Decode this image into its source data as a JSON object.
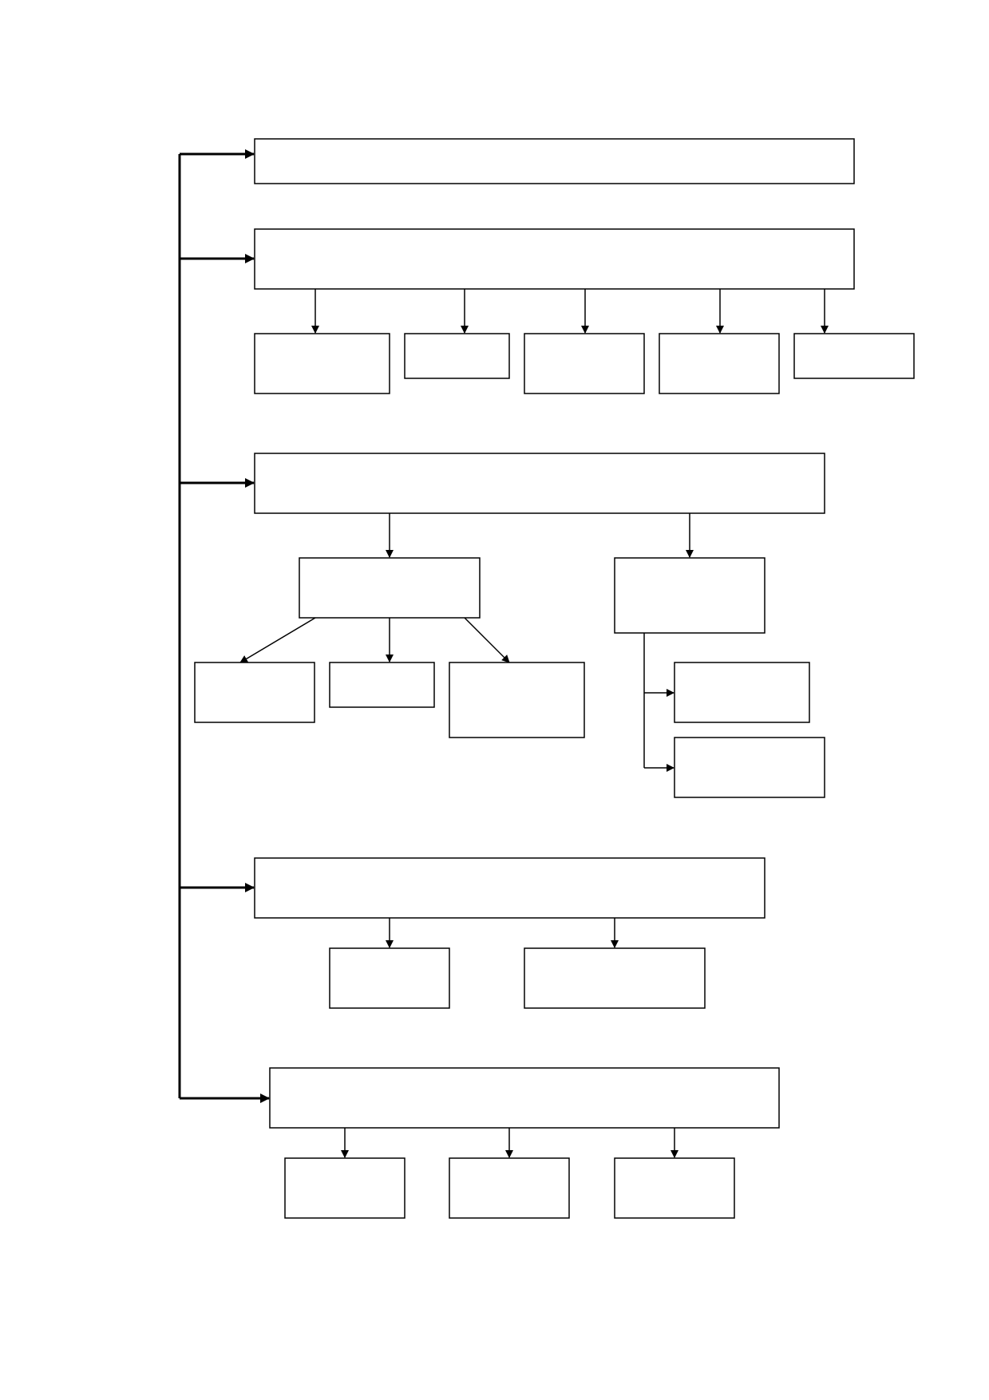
{
  "diagram": {
    "stroke_color": "#000000",
    "background_color": "#ffffff",
    "nodes": [
      {
        "id": "n1",
        "label": ""
      },
      {
        "id": "n2",
        "label": ""
      },
      {
        "id": "n2a",
        "label": ""
      },
      {
        "id": "n2b",
        "label": ""
      },
      {
        "id": "n2c",
        "label": ""
      },
      {
        "id": "n2d",
        "label": ""
      },
      {
        "id": "n2e",
        "label": ""
      },
      {
        "id": "n3",
        "label": ""
      },
      {
        "id": "n3a",
        "label": ""
      },
      {
        "id": "n3b",
        "label": ""
      },
      {
        "id": "n3a1",
        "label": ""
      },
      {
        "id": "n3a2",
        "label": ""
      },
      {
        "id": "n3a3",
        "label": ""
      },
      {
        "id": "n3b1",
        "label": ""
      },
      {
        "id": "n3b2",
        "label": ""
      },
      {
        "id": "n4",
        "label": ""
      },
      {
        "id": "n4a",
        "label": ""
      },
      {
        "id": "n4b",
        "label": ""
      },
      {
        "id": "n5",
        "label": ""
      },
      {
        "id": "n5a",
        "label": ""
      },
      {
        "id": "n5b",
        "label": ""
      },
      {
        "id": "n5c",
        "label": ""
      }
    ],
    "edges": [
      {
        "from": "spine",
        "to": "n1"
      },
      {
        "from": "spine",
        "to": "n2"
      },
      {
        "from": "spine",
        "to": "n3"
      },
      {
        "from": "spine",
        "to": "n4"
      },
      {
        "from": "spine",
        "to": "n5"
      },
      {
        "from": "n2",
        "to": "n2a"
      },
      {
        "from": "n2",
        "to": "n2b"
      },
      {
        "from": "n2",
        "to": "n2c"
      },
      {
        "from": "n2",
        "to": "n2d"
      },
      {
        "from": "n2",
        "to": "n2e"
      },
      {
        "from": "n3",
        "to": "n3a"
      },
      {
        "from": "n3",
        "to": "n3b"
      },
      {
        "from": "n3a",
        "to": "n3a1"
      },
      {
        "from": "n3a",
        "to": "n3a2"
      },
      {
        "from": "n3a",
        "to": "n3a3"
      },
      {
        "from": "n3b",
        "to": "n3b1"
      },
      {
        "from": "n3b",
        "to": "n3b2"
      },
      {
        "from": "n4",
        "to": "n4a"
      },
      {
        "from": "n4",
        "to": "n4b"
      },
      {
        "from": "n5",
        "to": "n5a"
      },
      {
        "from": "n5",
        "to": "n5b"
      },
      {
        "from": "n5",
        "to": "n5c"
      }
    ]
  }
}
